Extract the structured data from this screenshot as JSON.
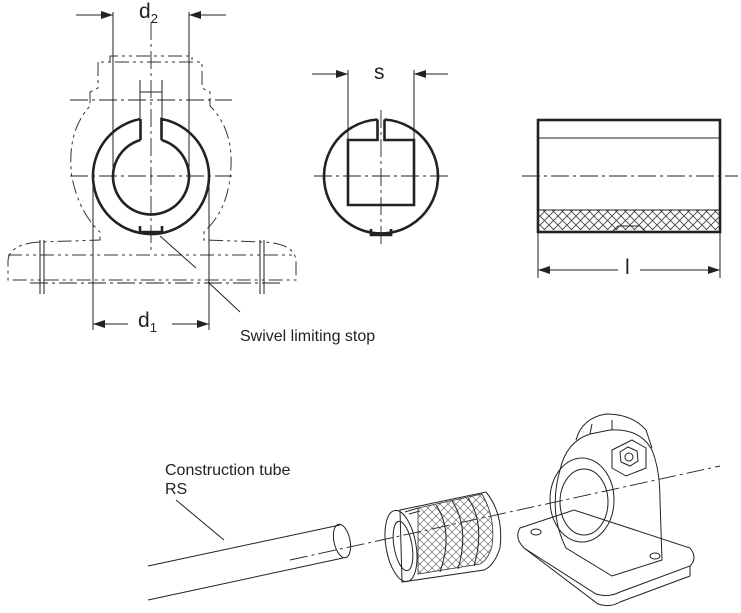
{
  "labels": {
    "d2": {
      "main": "d",
      "sub": "2"
    },
    "d1": {
      "main": "d",
      "sub": "1"
    },
    "s": "s",
    "l": "l",
    "swivel_stop": "Swivel limiting stop",
    "construction_tube": [
      "Construction tube",
      "RS"
    ]
  },
  "colors": {
    "line": "#222222",
    "hatch": "#444444",
    "background": "#ffffff"
  }
}
